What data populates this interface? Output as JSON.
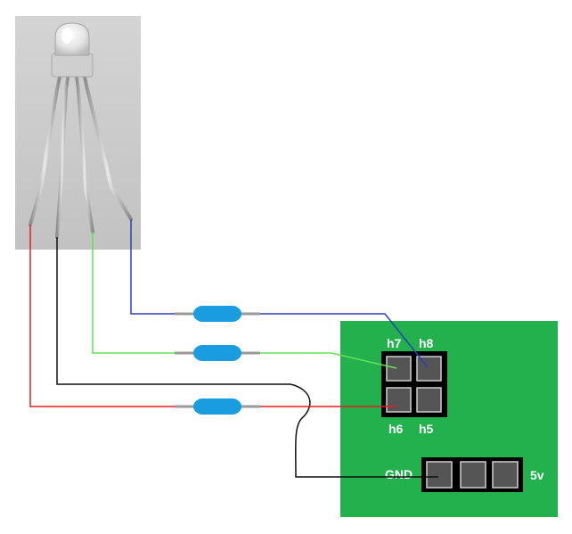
{
  "board": {
    "color": "#22b14c",
    "header4": {
      "labels": [
        "h7",
        "h8",
        "h6",
        "h5"
      ]
    },
    "header3": {
      "left_label": "GND",
      "right_label": "5v"
    }
  },
  "wires": {
    "red": "#e02020",
    "black": "#111111",
    "green": "#66e05a",
    "blue": "#2b3fb3"
  },
  "resistor_color": "#1a9ce0",
  "led_photo_bg": "#c9c9c9"
}
